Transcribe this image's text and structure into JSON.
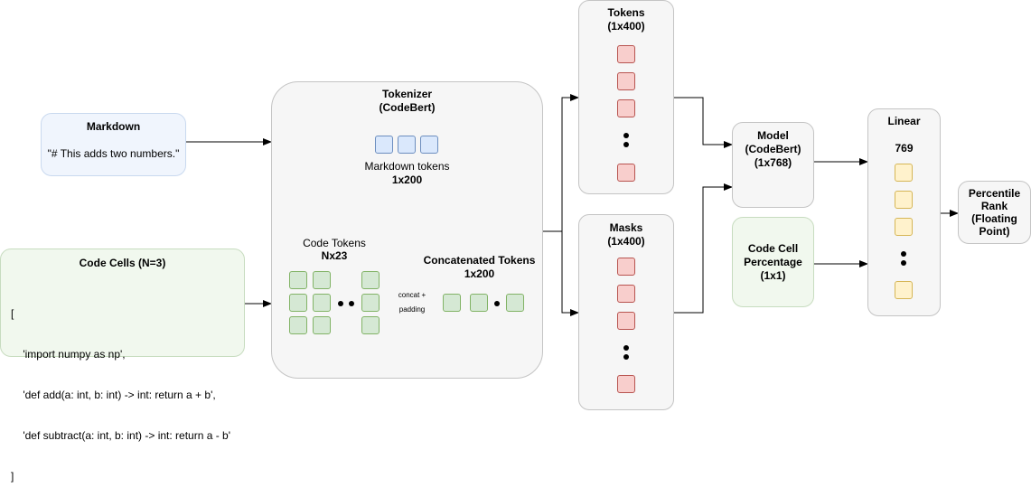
{
  "markdown": {
    "title": "Markdown",
    "text": "\"# This adds two numbers.\""
  },
  "code_cells": {
    "title": "Code Cells (N=3)",
    "lines": [
      "[",
      "    'import numpy as np',",
      "    'def add(a: int, b: int) -> int: return a + b',",
      "    'def subtract(a: int, b: int) -> int: return a - b'",
      "]"
    ]
  },
  "tokenizer": {
    "title_line1": "Tokenizer",
    "title_line2": "(CodeBert)",
    "markdown_tokens_label": "Markdown tokens",
    "markdown_tokens_size": "1x200",
    "code_tokens_label": "Code Tokens",
    "code_tokens_size": "Nx23",
    "concat_label_line1": "concat +",
    "concat_label_line2": "padding",
    "concatenated_label": "Concatenated Tokens",
    "concatenated_size": "1x200"
  },
  "tokens": {
    "title": "Tokens",
    "size": "(1x400)"
  },
  "masks": {
    "title": "Masks",
    "size": "(1x400)"
  },
  "model": {
    "line1": "Model",
    "line2": "(CodeBert)",
    "line3": "(1x768)"
  },
  "code_cell_percentage": {
    "line1": "Code Cell",
    "line2": "Percentage",
    "line3": "(1x1)"
  },
  "linear": {
    "title": "Linear",
    "size": "769"
  },
  "output": {
    "line1": "Percentile",
    "line2": "Rank",
    "line3": "(Floating",
    "line4": "Point)"
  },
  "colors": {
    "blue_fill": "#dae8fc",
    "green_fill": "#d5e8d4",
    "red_fill": "#f8cecc",
    "yellow_fill": "#fff2cc"
  }
}
